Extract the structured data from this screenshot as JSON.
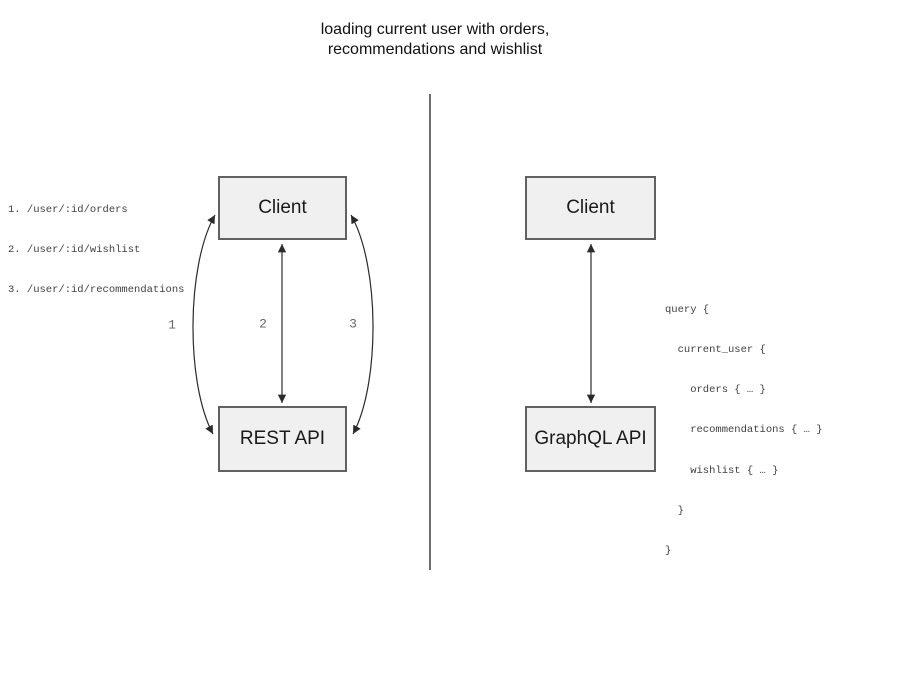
{
  "title": "loading current user with orders,\nrecommendations and wishlist",
  "left_panel": {
    "endpoints": [
      "1. /user/:id/orders",
      "2. /user/:id/wishlist",
      "3. /user/:id/recommendations"
    ],
    "client_label": "Client",
    "api_label": "REST API",
    "arrow_labels": [
      "1",
      "2",
      "3"
    ]
  },
  "right_panel": {
    "client_label": "Client",
    "api_label": "GraphQL API",
    "query_lines": [
      "query {",
      "  current_user {",
      "    orders { … }",
      "    recommendations { … }",
      "    wishlist { … }",
      "  }",
      "}"
    ]
  },
  "colors": {
    "box_fill": "#f0f0f0",
    "box_border": "#616161",
    "arrow": "#2b2b2b",
    "divider": "#6e6e6e",
    "annotation_text": "#414141",
    "arrow_number": "#666666"
  }
}
